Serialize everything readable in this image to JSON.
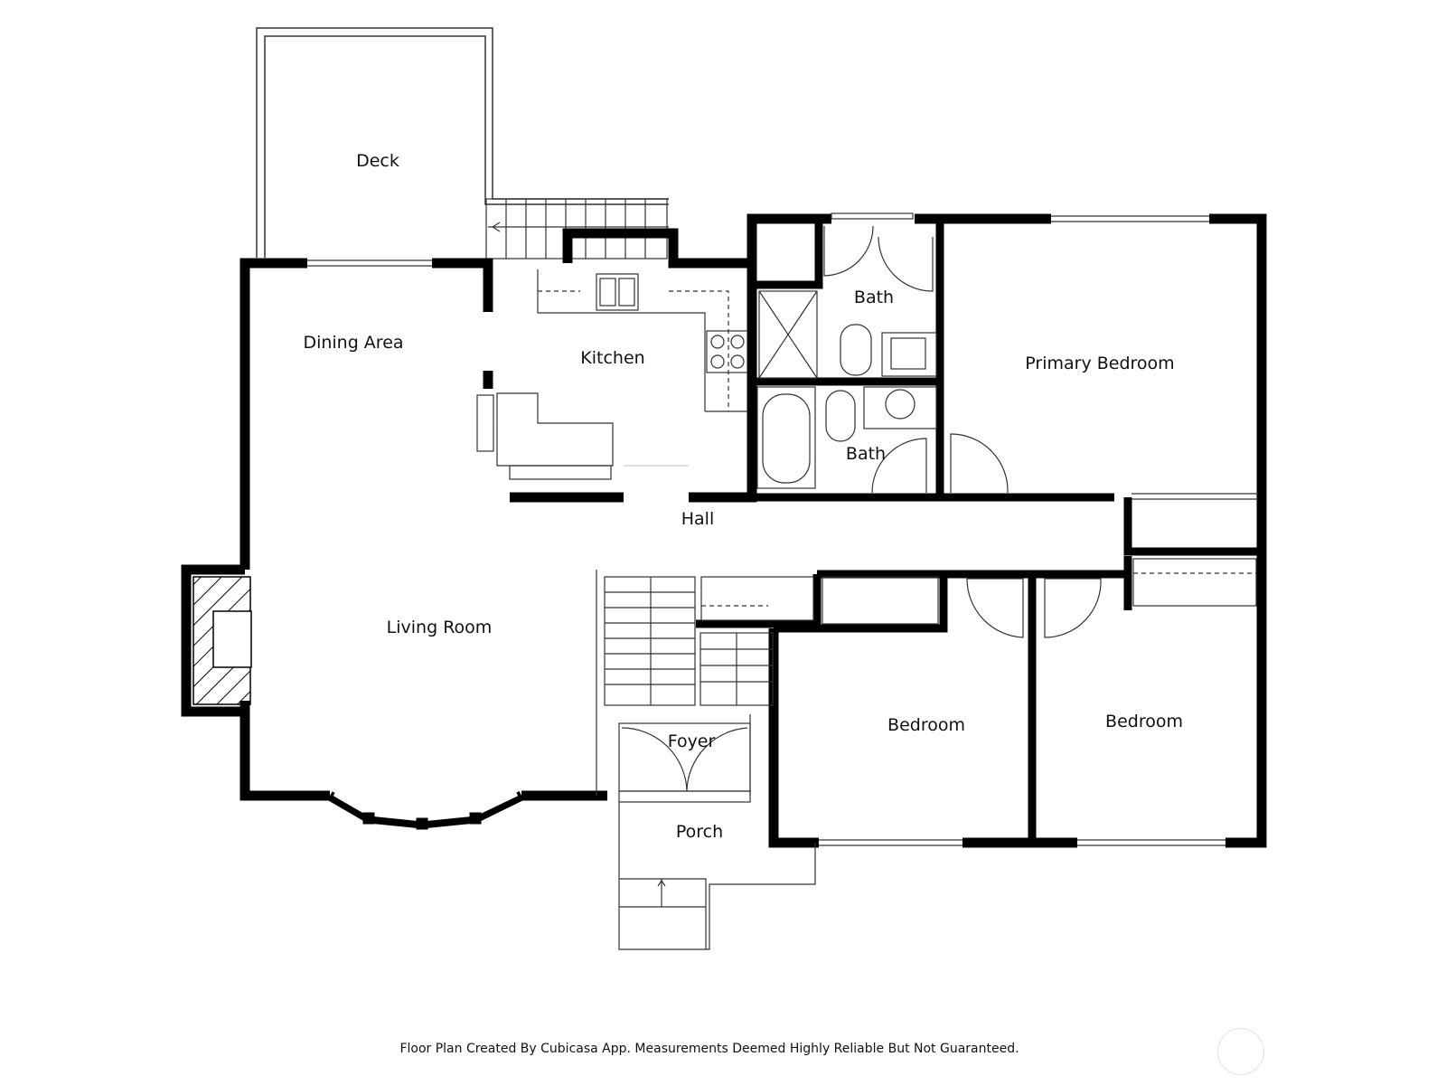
{
  "rooms": {
    "deck": "Deck",
    "dining_area": "Dining Area",
    "kitchen": "Kitchen",
    "bath_upper": "Bath",
    "bath_lower": "Bath",
    "primary_bedroom": "Primary Bedroom",
    "hall": "Hall",
    "living_room": "Living Room",
    "foyer": "Foyer",
    "bedroom_center": "Bedroom",
    "bedroom_right": "Bedroom",
    "porch": "Porch"
  },
  "footer": {
    "note": "Floor Plan Created By Cubicasa App. Measurements Deemed Highly Reliable But Not Guaranteed."
  },
  "colors": {
    "wall": "#000000",
    "line": "#333333",
    "background": "#ffffff"
  }
}
